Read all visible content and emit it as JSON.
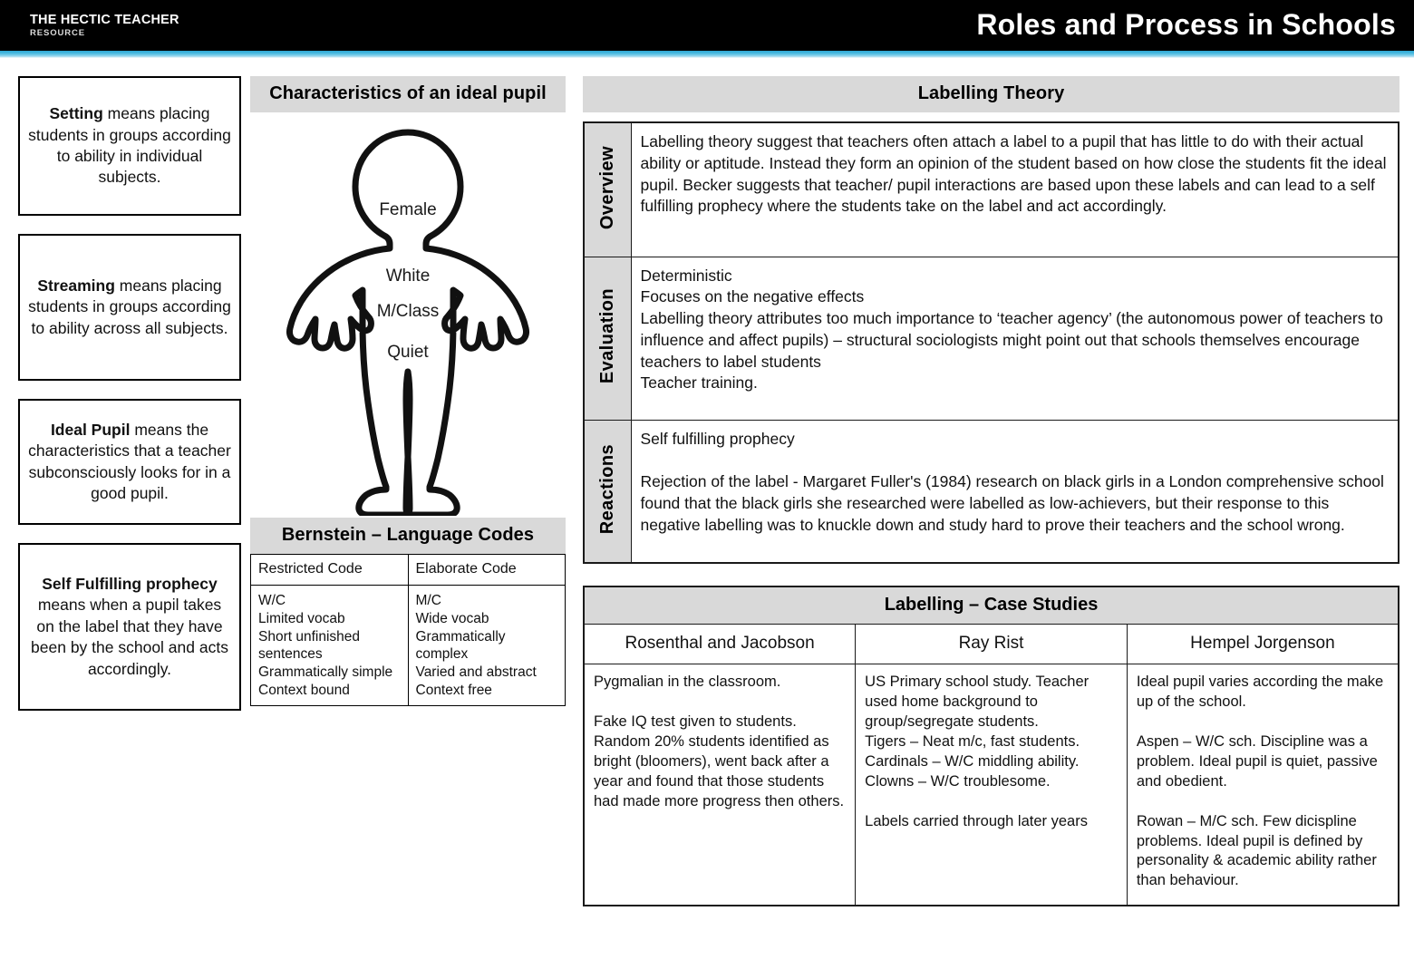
{
  "header": {
    "brand_main": "THE HECTIC TEACHER",
    "brand_sub": "RESOURCE",
    "title": "Roles and Process in Schools",
    "bar_color": "#000000",
    "accent_color": "#3fb3dc"
  },
  "definitions": [
    {
      "term": "Setting",
      "rest": " means placing students in groups according to ability\nin individual subjects."
    },
    {
      "term": "Streaming",
      "rest": " means placing students in groups according to ability across all subjects."
    },
    {
      "term": "Ideal Pupil",
      "rest": " means the characteristics that a teacher subconsciously looks for in a good pupil."
    },
    {
      "term": "Self Fulfilling prophecy",
      "rest": " means when a pupil takes on the label that they have been by the school and acts accordingly."
    }
  ],
  "ideal_pupil": {
    "heading": "Characteristics of an ideal pupil",
    "labels": [
      "Female",
      "White",
      "M/Class",
      "Quiet"
    ],
    "figure_name": "body-outline-figure"
  },
  "bernstein": {
    "heading": "Bernstein – Language Codes",
    "columns": [
      "Restricted Code",
      "Elaborate Code"
    ],
    "restricted": "W/C\nLimited vocab\nShort unfinished sentences\nGrammatically simple\nContext bound",
    "elaborate": "M/C\nWide vocab\nGrammatically complex\nVaried and abstract\nContext free"
  },
  "labelling_theory": {
    "heading": "Labelling Theory",
    "rows": [
      {
        "label": "Overview",
        "text": "Labelling theory suggest that teachers often attach a label to a pupil that has little to do with their actual ability or aptitude. Instead they form an opinion of the student based on how close the students fit the ideal pupil. Becker suggests that teacher/ pupil interactions are based upon these labels and can lead to a self fulfilling prophecy where the students take on the label and act accordingly."
      },
      {
        "label": "Evaluation",
        "text": "Deterministic\nFocuses on the negative effects\nLabelling theory attributes too much importance to ‘teacher agency’ (the autonomous power of teachers to influence and affect pupils) – structural sociologists might point out that schools themselves encourage teachers to label students\nTeacher training."
      },
      {
        "label": "Reactions",
        "text": "Self fulfilling prophecy\n\nRejection of the label - Margaret Fuller's (1984) research on black girls in a London comprehensive school found that the black girls she researched were labelled as low-achievers, but their response to this negative labelling was to knuckle down and study hard to prove their teachers and the school wrong."
      }
    ]
  },
  "case_studies": {
    "heading": "Labelling – Case Studies",
    "columns": [
      "Rosenthal and Jacobson",
      "Ray Rist",
      "Hempel Jorgenson"
    ],
    "cells": [
      "Pygmalian in the classroom.\n\nFake IQ test given to students. Random 20% students identified as bright (bloomers), went back after a year and found that those students had made more progress then others.",
      "US Primary school study. Teacher used home background to group/segregate students.\nTigers – Neat m/c, fast students.\nCardinals – W/C middling ability.\nClowns – W/C  troublesome.\n\nLabels carried through later years",
      "Ideal pupil varies according the make up of the school.\n\nAspen – W/C sch. Discipline was a problem. Ideal pupil is quiet, passive and obedient.\n\nRowan – M/C sch. Few dicispline problems. Ideal pupil is defined by personality & academic ability rather than behaviour."
    ]
  }
}
